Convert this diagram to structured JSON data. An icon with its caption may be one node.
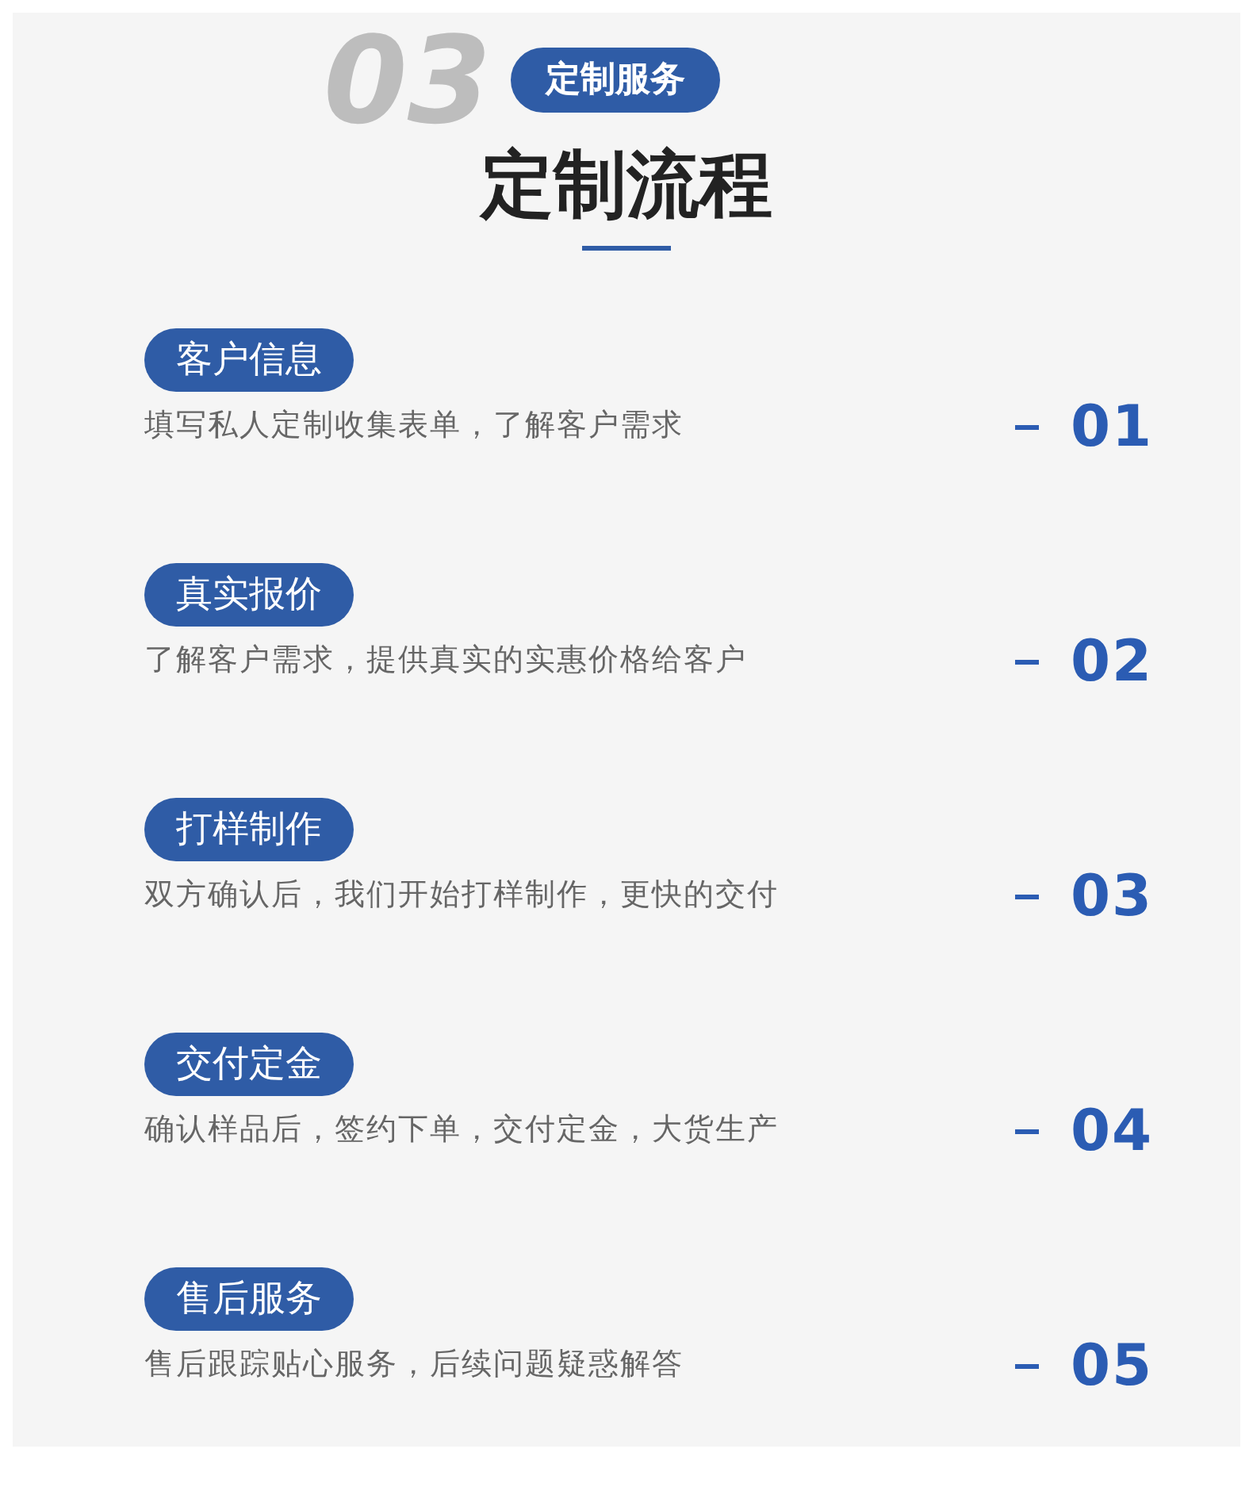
{
  "diagram": {
    "title": "定制流程",
    "nodes": [
      {
        "text": [
          "定制服务"
        ]
      },
      {
        "text": [
          "客户信息"
        ],
        "beside": [
          "填写私人定制收集表单，了解客户需求"
        ]
      },
      {
        "text": [
          "真实报价"
        ],
        "beside": [
          "了解客户需求，提供真实的实惠价格给客户"
        ]
      },
      {
        "text": [
          "打样制作"
        ],
        "beside": [
          "双方确认后，我们开始打样制作，更快的交付"
        ]
      },
      {
        "text": [
          "交付定金"
        ],
        "beside": [
          "确认样品后，签约下单，交付定金，大货生产"
        ]
      },
      {
        "text": [
          "售后服务"
        ],
        "beside": [
          "售后跟踪贴心服务，后续问题疑惑解答"
        ]
      }
    ],
    "labels": [
      "03",
      "01",
      "02",
      "03",
      "04",
      "05"
    ]
  }
}
